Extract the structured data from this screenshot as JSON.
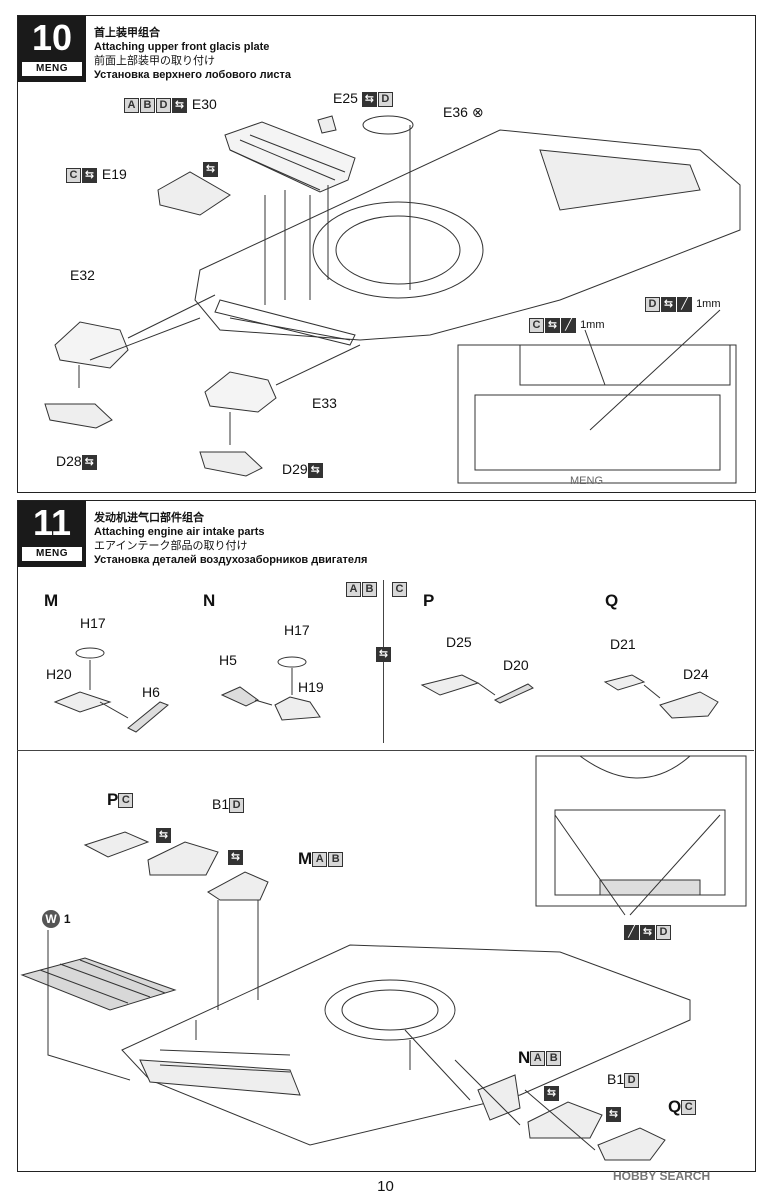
{
  "page_number": "10",
  "watermark": "HOBBY SEARCH",
  "brand": "MENG",
  "step10": {
    "number": "10",
    "title_cn": "首上装甲组合",
    "title_en": "Attaching upper front glacis plate",
    "title_jp": "前面上部装甲の取り付け",
    "title_ru": "Установка верхнего лобового листа",
    "parts": {
      "e30": "E30",
      "e25": "E25",
      "e36": "E36",
      "e19": "E19",
      "e32": "E32",
      "e33": "E33",
      "d28": "D28",
      "d29": "D29"
    },
    "tags": {
      "e30": [
        "A",
        "B",
        "D"
      ],
      "e25": [
        "D"
      ],
      "e19": [
        "C"
      ],
      "inset_c": [
        "C"
      ],
      "inset_d": [
        "D"
      ]
    },
    "measure_c": "1mm",
    "measure_d": "1mm",
    "hull_text": "MENG"
  },
  "step11": {
    "number": "11",
    "title_cn": "发动机进气口部件组合",
    "title_en": "Attaching engine air intake parts",
    "title_jp": "エアインテーク部品の取り付け",
    "title_ru": "Установка деталей воздухозаборников двигателя",
    "subassemblies": {
      "m": {
        "letter": "M",
        "parts": [
          "H17",
          "H20",
          "H6"
        ]
      },
      "n": {
        "letter": "N",
        "parts": [
          "H17",
          "H5",
          "H19"
        ]
      },
      "p": {
        "letter": "P",
        "parts": [
          "D25",
          "D20"
        ]
      },
      "q": {
        "letter": "Q",
        "parts": [
          "D21",
          "D24"
        ]
      }
    },
    "variant_left": [
      "A",
      "B"
    ],
    "variant_right": [
      "C"
    ],
    "placements": {
      "p_c": {
        "letter": "P",
        "tag": "C"
      },
      "b1_d": {
        "part": "B1",
        "tag": "D"
      },
      "m_ab": {
        "letter": "M",
        "tags": [
          "A",
          "B"
        ]
      },
      "n_ab": {
        "letter": "N",
        "tags": [
          "A",
          "B"
        ]
      },
      "b1_d2": {
        "part": "B1",
        "tag": "D"
      },
      "q_c": {
        "letter": "Q",
        "tag": "C"
      },
      "inset_d": {
        "tag": "D"
      }
    },
    "w_marker": "W",
    "w_count": "1"
  }
}
